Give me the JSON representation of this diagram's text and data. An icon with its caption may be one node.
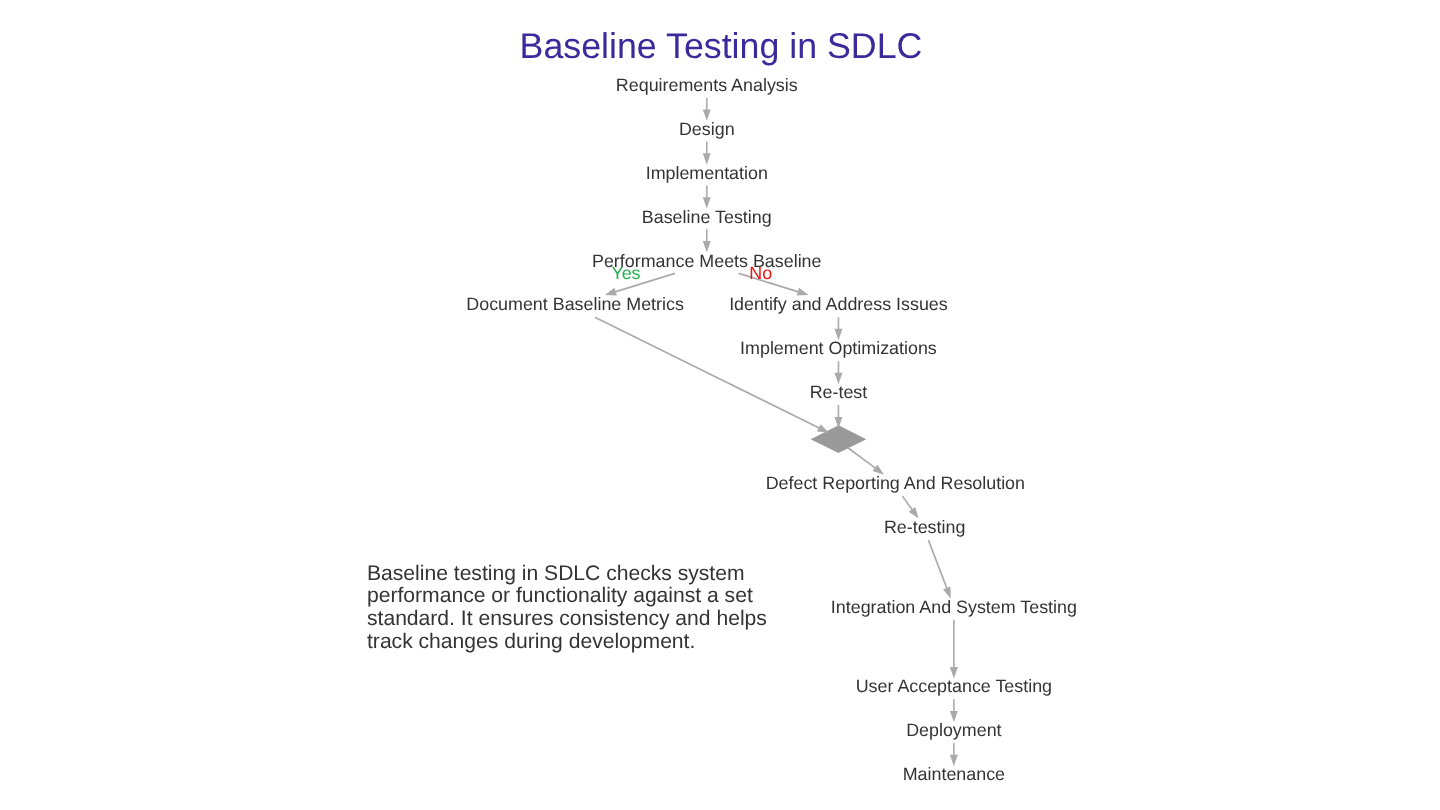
{
  "diagram": {
    "title": "Baseline Testing in SDLC",
    "nodes": [
      {
        "text": [
          "Requirements Analysis"
        ]
      },
      {
        "text": [
          "Design"
        ]
      },
      {
        "text": [
          "Implementation"
        ]
      },
      {
        "text": [
          "Baseline Testing"
        ]
      },
      {
        "text": [
          "Performance Meets Baseline"
        ]
      },
      {
        "text": [
          "Document Baseline Metrics"
        ]
      },
      {
        "text": [
          "Identify and Address Issues"
        ]
      },
      {
        "text": [
          "Implement Optimizations"
        ]
      },
      {
        "text": [
          "Re-test"
        ]
      },
      {
        "text": [],
        "shape": "diamond"
      },
      {
        "text": [
          "Defect Reporting And Resolution"
        ]
      },
      {
        "text": [
          "Re-testing"
        ]
      },
      {
        "text": [
          "Integration And System Testing"
        ]
      },
      {
        "text": [
          "User Acceptance Testing"
        ]
      },
      {
        "text": [
          "Deployment"
        ]
      },
      {
        "text": [
          "Maintenance"
        ]
      }
    ],
    "edges": [
      {
        "from": 0,
        "to": 1,
        "arrow": "to"
      },
      {
        "from": 1,
        "to": 2,
        "arrow": "to"
      },
      {
        "from": 2,
        "to": 3,
        "arrow": "to"
      },
      {
        "from": 3,
        "to": 4,
        "arrow": "to"
      },
      {
        "from": 4,
        "to": 5,
        "arrow": "to",
        "label": "Yes"
      },
      {
        "from": 4,
        "to": 6,
        "arrow": "to",
        "label": "No"
      },
      {
        "from": 6,
        "to": 7,
        "arrow": "to"
      },
      {
        "from": 7,
        "to": 8,
        "arrow": "to"
      },
      {
        "from": 5,
        "to": 9,
        "arrow": "to"
      },
      {
        "from": 8,
        "to": 9,
        "arrow": "to"
      },
      {
        "from": 9,
        "to": 10,
        "arrow": "to"
      },
      {
        "from": 10,
        "to": 11,
        "arrow": "to"
      },
      {
        "from": 11,
        "to": 12,
        "arrow": "to"
      },
      {
        "from": 12,
        "to": 13,
        "arrow": "to"
      },
      {
        "from": 13,
        "to": 14,
        "arrow": "to"
      },
      {
        "from": 14,
        "to": 15,
        "arrow": "to"
      }
    ],
    "labels": [
      "Baseline testing in SDLC checks system performance or functionality against a set standard. It ensures consistency and helps track changes during development."
    ]
  }
}
